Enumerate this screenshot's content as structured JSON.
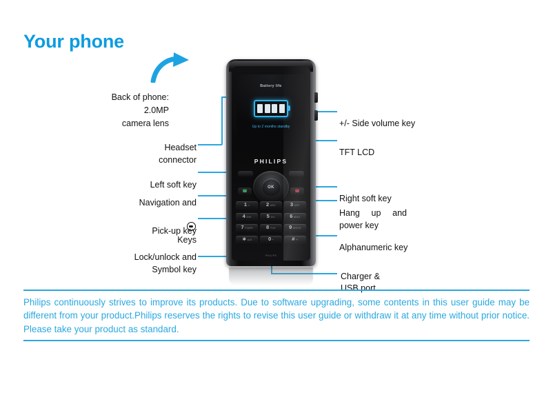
{
  "page": {
    "title": "Your phone",
    "accent_color": "#0C9CE0",
    "leader_line_color": "#2BA6DE",
    "text_color": "#111111"
  },
  "callouts": {
    "left": [
      {
        "name": "back-camera",
        "text": "Back of phone:\n2.0MP\ncamera lens"
      },
      {
        "name": "headset-connector",
        "text": "Headset\nconnector"
      },
      {
        "name": "left-soft-key",
        "text": "Left soft key"
      },
      {
        "name": "navigation-keys",
        "text_before": "Navigation and",
        "glyph": "ok-key-icon",
        "text_after": "Keys"
      },
      {
        "name": "pick-up-key",
        "text": "Pick-up key"
      },
      {
        "name": "lock-unlock-symbol-key",
        "text": "Lock/unlock and\nSymbol key"
      }
    ],
    "right": [
      {
        "name": "side-volume-key",
        "text": "+/- Side volume key"
      },
      {
        "name": "tft-lcd",
        "text": "TFT LCD"
      },
      {
        "name": "right-soft-key",
        "text": "Right soft key"
      },
      {
        "name": "hang-up-power-key",
        "text": "Hang up and power key"
      },
      {
        "name": "alphanumeric-key",
        "text": "Alphanumeric key"
      },
      {
        "name": "charger-usb-port",
        "text": "Charger &\nUSB port"
      }
    ]
  },
  "phone": {
    "screen": {
      "title": "Battery life",
      "subtitle": "Up to 2 months\nstandby",
      "battery_bars": 4,
      "glow_color": "#2FB3EE"
    },
    "brand": "PHILIPS",
    "ok_button_label": "OK",
    "pick_up_icon": "call-answer-icon",
    "hang_up_icon": "call-end-icon",
    "bottom_text": "PHILIPS",
    "keypad": [
      {
        "digit": "1",
        "sub": "∞"
      },
      {
        "digit": "2",
        "sub": "ABC"
      },
      {
        "digit": "3",
        "sub": "DEF"
      },
      {
        "digit": "4",
        "sub": "GHI"
      },
      {
        "digit": "5",
        "sub": "JKL"
      },
      {
        "digit": "6",
        "sub": "MNO"
      },
      {
        "digit": "7",
        "sub": "PQRS"
      },
      {
        "digit": "8",
        "sub": "TUV"
      },
      {
        "digit": "9",
        "sub": "WXYZ"
      },
      {
        "digit": "∗",
        "sub": "a/A"
      },
      {
        "digit": "0",
        "sub": "+"
      },
      {
        "digit": "#",
        "sub": "↵"
      }
    ]
  },
  "disclaimer": {
    "text": "Philips continuously strives to improve its products. Due to software upgrading, some contents in this user guide may be different from your product.Philips reserves the rights to revise this user guide or withdraw it at any time without prior notice. Please take your product as standard."
  }
}
